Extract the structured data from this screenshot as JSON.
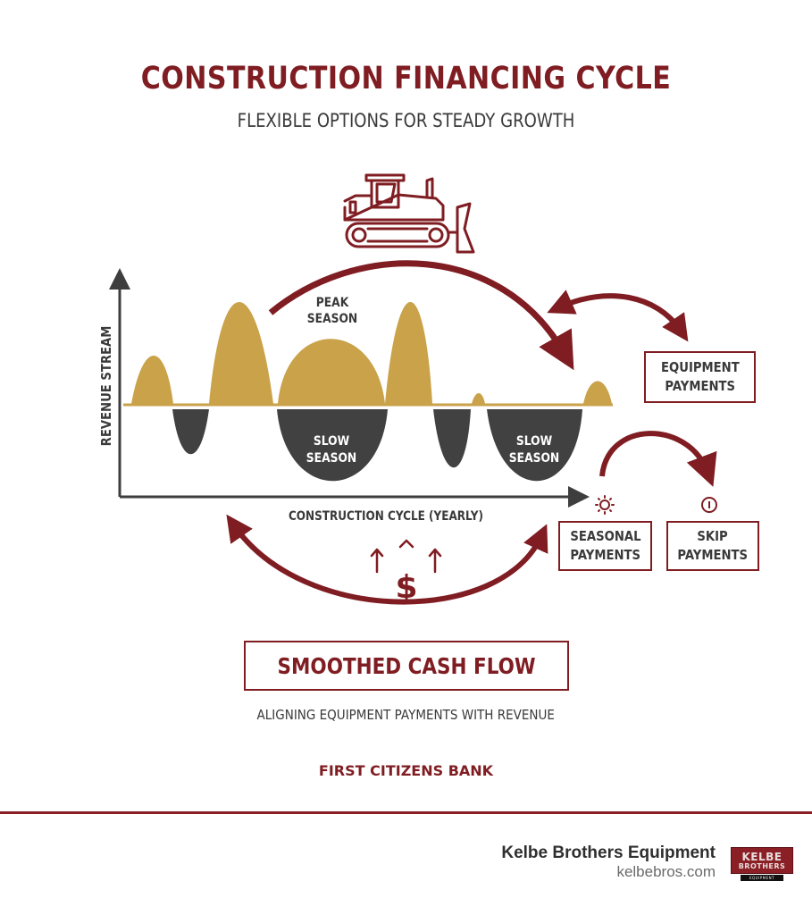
{
  "header": {
    "title": "CONSTRUCTION FINANCING CYCLE",
    "subtitle": "FLEXIBLE OPTIONS FOR STEADY GROWTH"
  },
  "icons": {
    "top": "bulldozer-icon",
    "seasonal": "sun-icon",
    "skip": "pause-circle-icon",
    "cash": "dollar-with-up-arrows-icon"
  },
  "graph": {
    "y_axis_label": "REVENUE STREAM",
    "x_axis_label": "CONSTRUCTION CYCLE (YEARLY)",
    "peak_label_line1": "PEAK",
    "peak_label_line2": "SEASON",
    "slow_label_line1": "SLOW",
    "slow_label_line2": "SEASON"
  },
  "boxes": {
    "equipment_line1": "EQUIPMENT",
    "equipment_line2": "PAYMENTS",
    "seasonal_line1": "SEASONAL",
    "seasonal_line2": "PAYMENTS",
    "skip_line1": "SKIP",
    "skip_line2": "PAYMENTS"
  },
  "summary": {
    "headline": "SMOOTHED CASH FLOW",
    "tagline": "ALIGNING EQUIPMENT PAYMENTS WITH REVENUE",
    "bank": "FIRST CITIZENS BANK"
  },
  "footer": {
    "company": "Kelbe Brothers Equipment",
    "url": "kelbebros.com",
    "logo_line1": "KELBE",
    "logo_line2": "BROTHERS",
    "logo_line3": "EQUIPMENT"
  },
  "colors": {
    "brand_red": "#7f1d22",
    "peak_gold": "#c9a24a",
    "slow_gray": "#414141",
    "text_dark": "#3a3a3a"
  }
}
